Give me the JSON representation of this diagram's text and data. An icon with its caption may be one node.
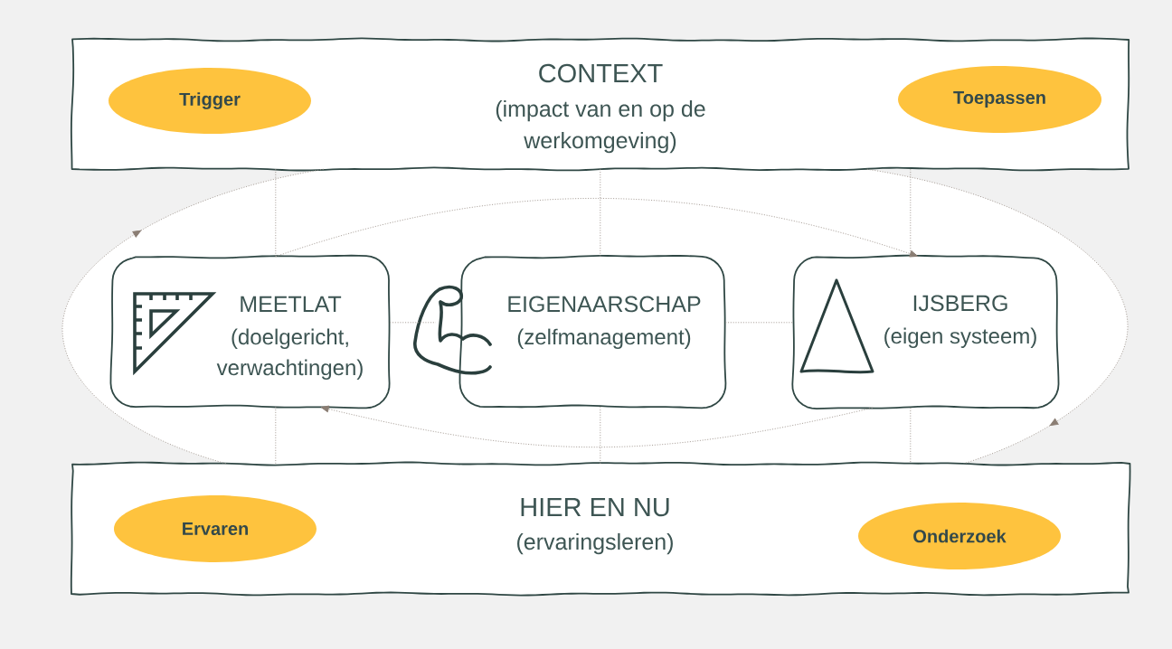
{
  "diagram": {
    "nodes": [
      {
        "text": [
          "CONTEXT",
          "(impact van en op de werkomgeving)"
        ]
      },
      {
        "text": [
          "Trigger"
        ],
        "in": 0
      },
      {
        "text": [
          "Toepassen"
        ],
        "in": 0
      },
      {
        "text": [
          "MEETLAT",
          "(doelgericht, verwachtingen)"
        ]
      },
      {
        "text": [
          "EIGENAARSCHAP",
          "(zelfmanagement)"
        ]
      },
      {
        "text": [
          "IJSBERG",
          "(eigen systeem)"
        ]
      },
      {
        "text": [
          "HIER EN NU",
          "(ervaringsleren)"
        ]
      },
      {
        "text": [
          "Ervaren"
        ],
        "in": 6
      },
      {
        "text": [
          "Onderzoek"
        ],
        "in": 6
      }
    ],
    "edges": [
      {
        "from": 3,
        "to": 5,
        "arrow": "to",
        "style": "dashed"
      },
      {
        "from": 5,
        "to": 3,
        "arrow": "to",
        "style": "dashed"
      },
      {
        "from": 6,
        "to": 0,
        "arrow": "to",
        "style": "dashed"
      },
      {
        "from": 0,
        "to": 6,
        "arrow": "to",
        "style": "dashed"
      },
      {
        "from": 0,
        "to": 3,
        "arrow": "none",
        "style": "dashed"
      },
      {
        "from": 0,
        "to": 4,
        "arrow": "none",
        "style": "dashed"
      },
      {
        "from": 0,
        "to": 5,
        "arrow": "none",
        "style": "dashed"
      },
      {
        "from": 3,
        "to": 6,
        "arrow": "none",
        "style": "dashed"
      },
      {
        "from": 4,
        "to": 6,
        "arrow": "none",
        "style": "dashed"
      },
      {
        "from": 5,
        "to": 6,
        "arrow": "none",
        "style": "dashed"
      },
      {
        "from": 3,
        "to": 4,
        "arrow": "none",
        "style": "dashed"
      },
      {
        "from": 4,
        "to": 5,
        "arrow": "none",
        "style": "dashed"
      }
    ]
  }
}
